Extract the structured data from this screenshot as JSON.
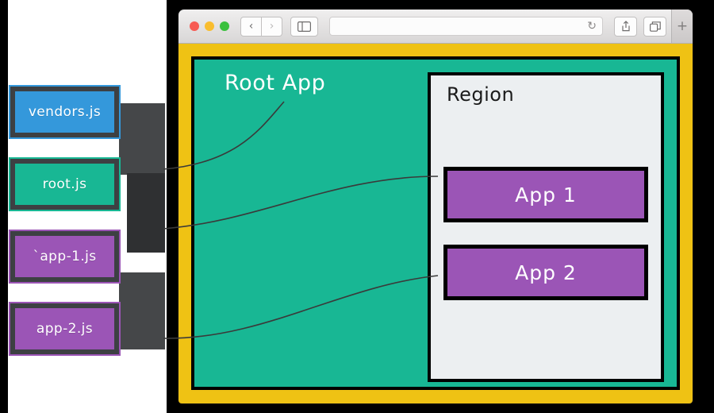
{
  "window": {
    "traffic_lights": [
      "close",
      "minimize",
      "zoom"
    ],
    "back_label": "‹",
    "forward_label": "›",
    "sidebar_icon": "sidebar-icon",
    "url_value": "",
    "url_placeholder": "",
    "reload_label": "↻",
    "share_icon": "share-icon",
    "tabs_icon": "tabs-icon",
    "new_tab_label": "+"
  },
  "bundles": {
    "title": "javascript-bundles",
    "items": [
      {
        "label": "vendors.js",
        "color": "#3498db",
        "name": "vendors-js"
      },
      {
        "label": "root.js",
        "color": "#18b794",
        "name": "root-js"
      },
      {
        "label": "`app-1.js",
        "color": "#9b55b6",
        "name": "app-1-js"
      },
      {
        "label": "app-2.js",
        "color": "#9b55b6",
        "name": "app-2-js"
      }
    ]
  },
  "page": {
    "frame_color": "#efc214",
    "root_app": {
      "title": "Root App",
      "color": "#18b794"
    },
    "region": {
      "title": "Region",
      "color": "#eceff1",
      "apps": [
        {
          "label": "App 1",
          "color": "#9b55b6",
          "name": "app-1-box"
        },
        {
          "label": "App 2",
          "color": "#9b55b6",
          "name": "app-2-box"
        }
      ]
    }
  }
}
